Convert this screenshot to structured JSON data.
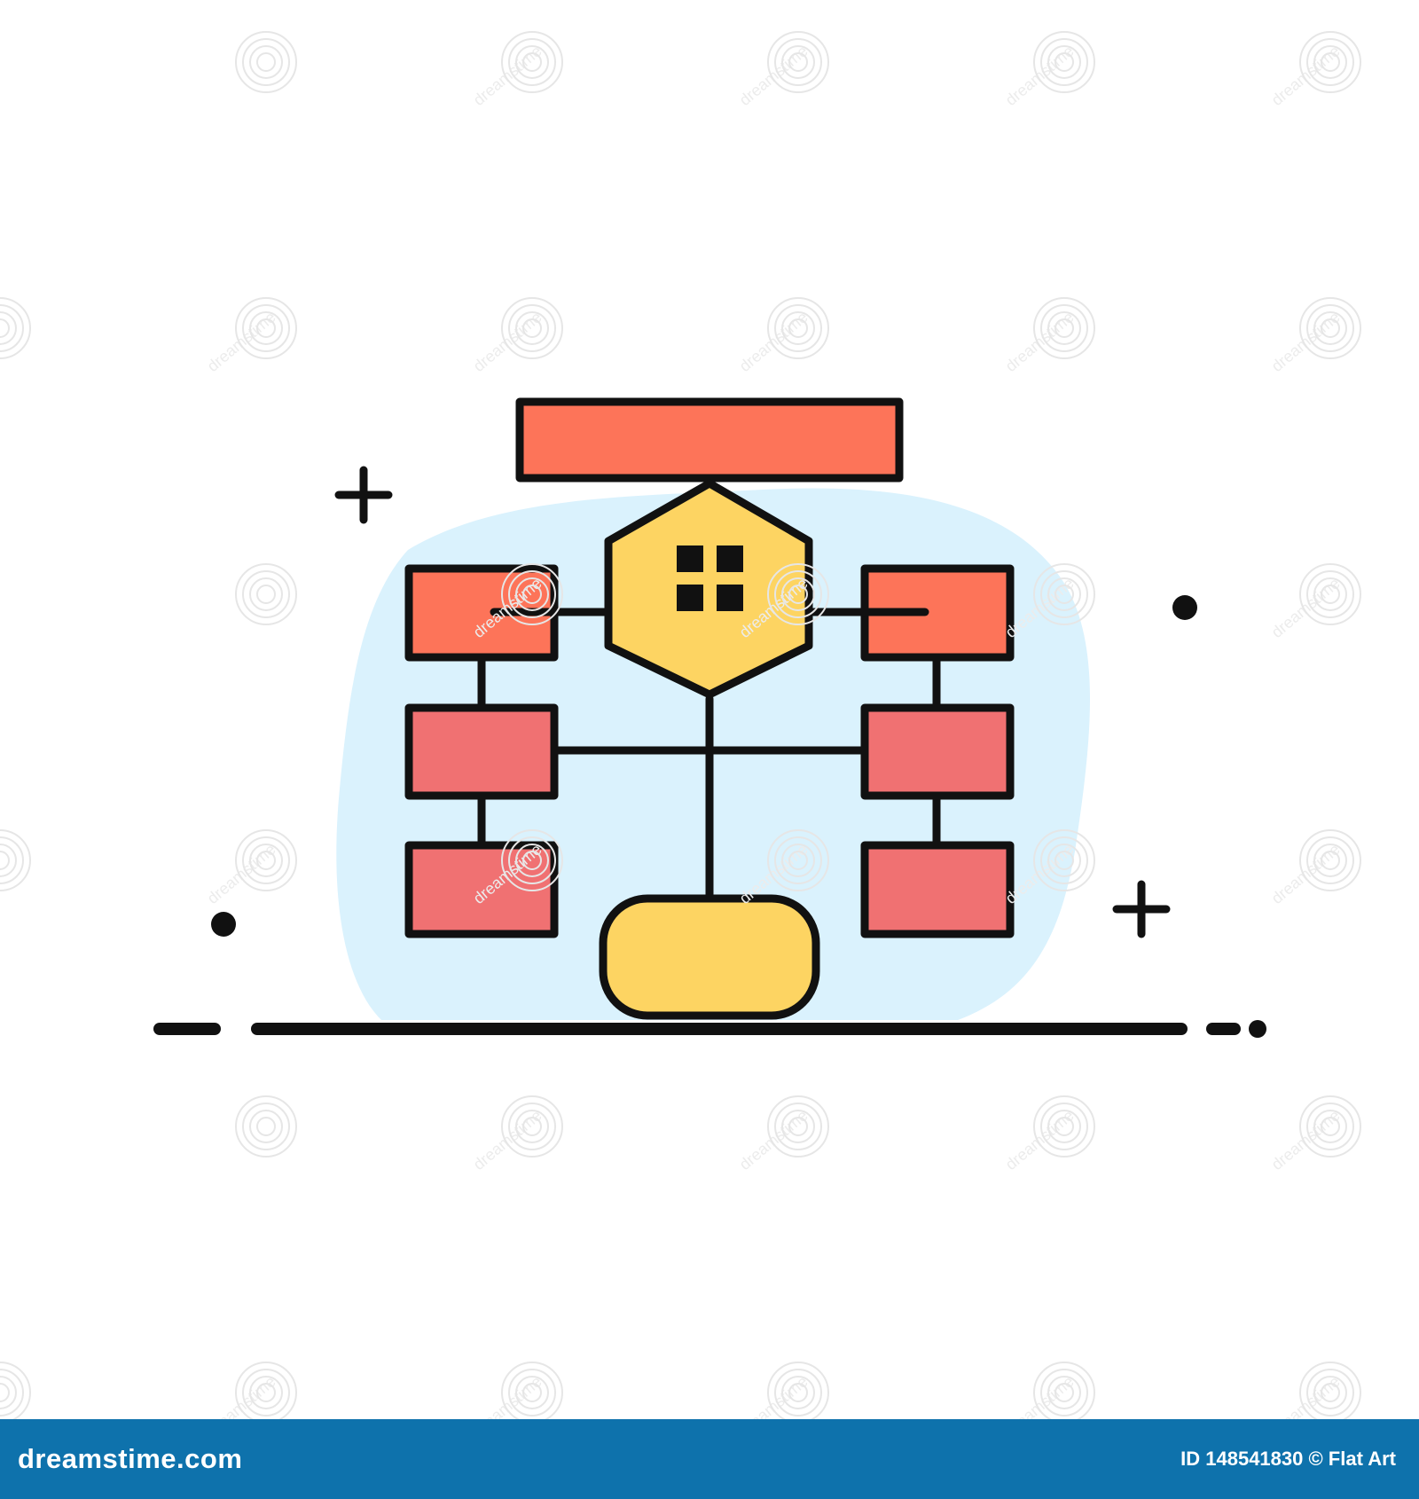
{
  "footer": {
    "brand_text": "dreamstime.com",
    "credit_text": "ID 148541830 © Flat Art",
    "background_color": "#0e72ac"
  },
  "watermark": {
    "text": "dreamstime",
    "icon": "spiral-logo-icon"
  },
  "illustration": {
    "icon": "flowchart-icon",
    "colors": {
      "outline": "#111111",
      "blob": "#daf2fd",
      "top_bar": "#fd7459",
      "box_upper": "#fd7459",
      "box": "#f07172",
      "hexagon": "#fdd462",
      "terminal": "#fdd462",
      "grid_squares": "#111111"
    }
  }
}
